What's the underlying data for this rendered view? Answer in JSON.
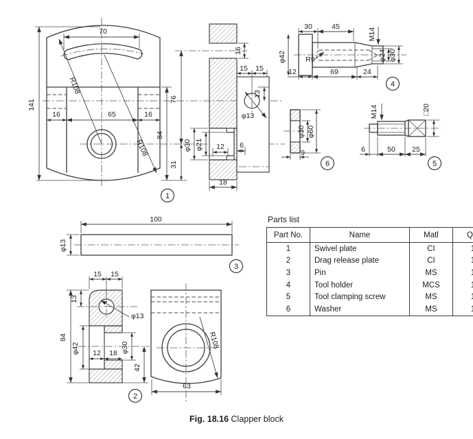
{
  "figure": {
    "caption_label": "Fig. 18.16",
    "caption_text": "Clapper block"
  },
  "parts_list": {
    "title": "Parts list",
    "columns": {
      "part_no": "Part No.",
      "name": "Name",
      "matl": "Matl",
      "qty": "Qty"
    },
    "rows": [
      {
        "part_no": "1",
        "name": "Swivel plate",
        "matl": "CI",
        "qty": "1"
      },
      {
        "part_no": "2",
        "name": "Drag release plate",
        "matl": "CI",
        "qty": "1"
      },
      {
        "part_no": "3",
        "name": "Pin",
        "matl": "MS",
        "qty": "1"
      },
      {
        "part_no": "4",
        "name": "Tool holder",
        "matl": "MCS",
        "qty": "1"
      },
      {
        "part_no": "5",
        "name": "Tool clamping screw",
        "matl": "MS",
        "qty": "1"
      },
      {
        "part_no": "6",
        "name": "Washer",
        "matl": "MS",
        "qty": "1"
      }
    ]
  },
  "balloons": {
    "b1": "1",
    "b2": "2",
    "b3": "3",
    "b4": "4",
    "b5": "5",
    "b6": "6"
  },
  "dims": {
    "v1": {
      "top_width": "70",
      "height": "141",
      "left16": "16",
      "mid65": "65",
      "right16": "16",
      "right84": "84",
      "right76": "76",
      "right31": "31",
      "r_top": "R108",
      "r_bottom": "R108"
    },
    "s1": {
      "slot16": "16",
      "f15a": "15",
      "f15b": "15",
      "off13": "13",
      "hole13": "φ13",
      "bore30": "φ30",
      "bore21": "φ21",
      "depth12": "12",
      "lip6": "6",
      "thick18": "18"
    },
    "v4": {
      "a30": "30",
      "b45": "45",
      "m14": "M14",
      "d42": "φ42",
      "r9": "R9",
      "c12": "12",
      "d69": "69",
      "e24": "24",
      "d24": "φ24",
      "d30": "φ30"
    },
    "v5": {
      "m14": "M14",
      "sq20": "□20",
      "a6": "6",
      "b50": "50",
      "c25": "25"
    },
    "v6": {
      "d30": "φ30",
      "d60": "φ60",
      "t9": "9"
    },
    "v3": {
      "len100": "100",
      "d13": "φ13"
    },
    "s2": {
      "t15a": "15",
      "t15b": "15",
      "off13": "13",
      "h84": "84",
      "d42": "φ42",
      "a12": "12",
      "b18": "18",
      "d30": "φ30",
      "c42": "42",
      "hole13": "φ13"
    },
    "f2": {
      "w63": "63",
      "r108": "R108"
    }
  }
}
